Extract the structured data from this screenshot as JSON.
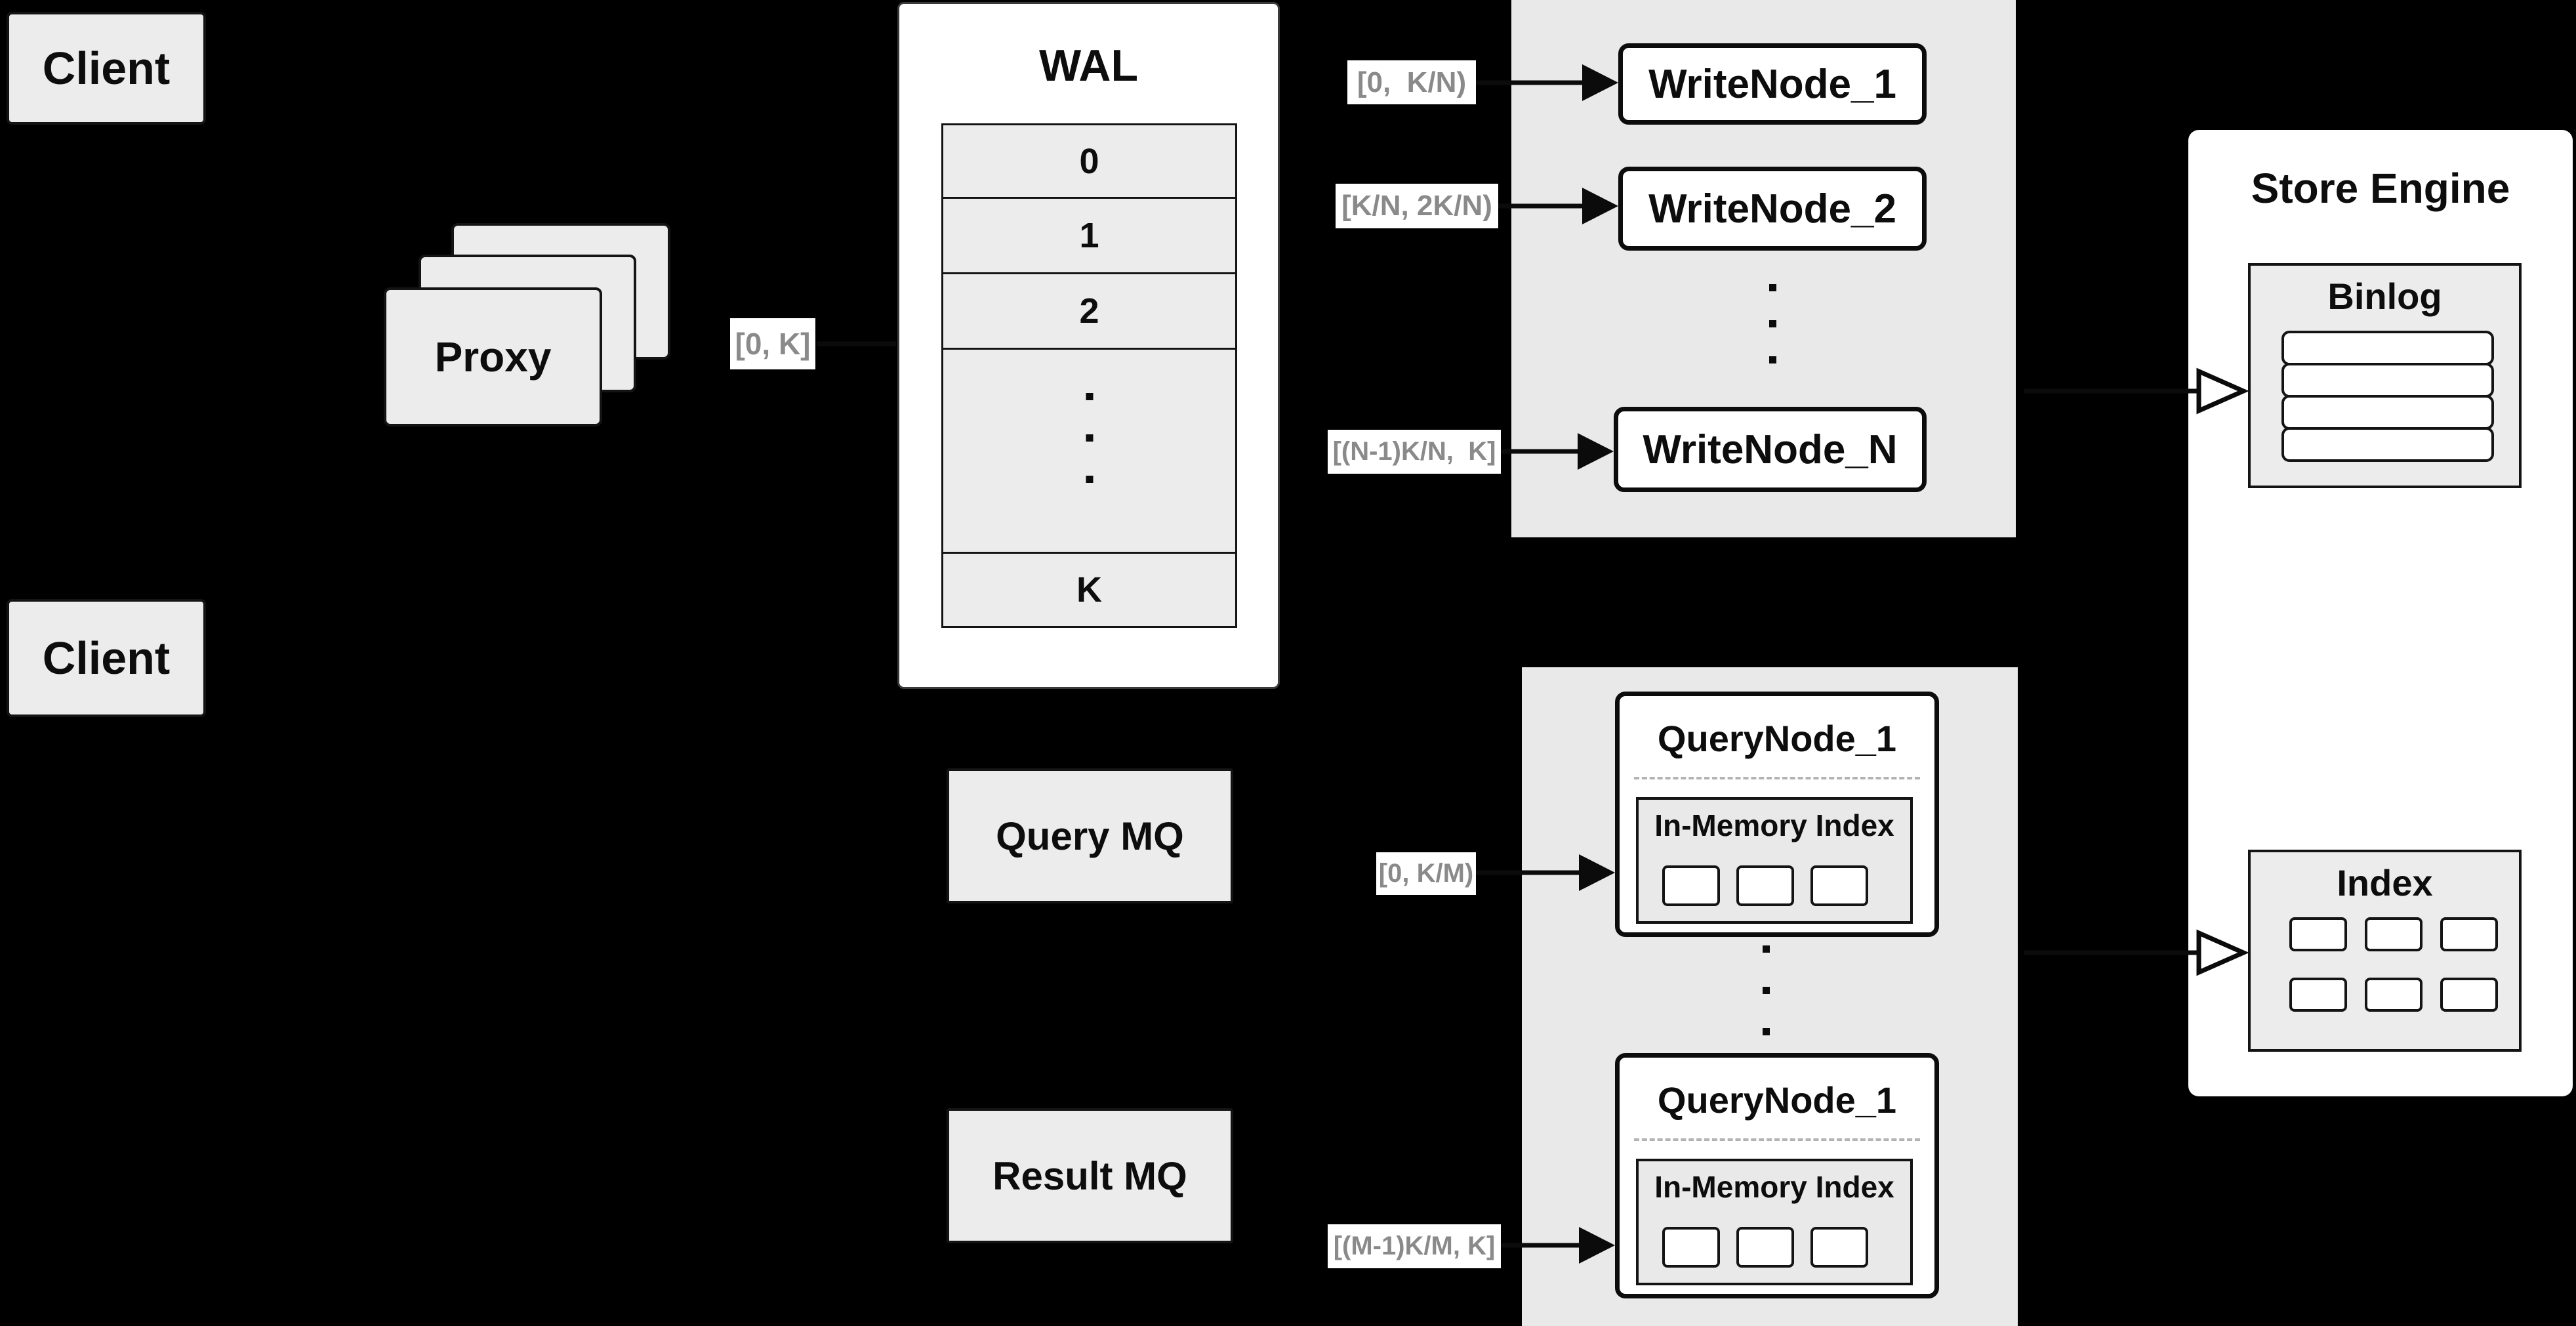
{
  "colors": {
    "background": "#000000",
    "panel_grey": "#e9e9e9",
    "box_grey": "#ececec",
    "line_black": "#0b0b0b",
    "label_text_grey": "#8a8a8a",
    "node_white": "#ffffff"
  },
  "clients": {
    "top_label": "Client",
    "bottom_label": "Client"
  },
  "proxy": {
    "label": "Proxy"
  },
  "wal": {
    "title": "WAL",
    "rows": [
      "0",
      "1",
      "2",
      "K"
    ]
  },
  "range_labels": {
    "proxy_to_wal": "[0, K]",
    "to_write_node_1": "[0,  K/N)",
    "to_write_node_2": "[K/N, 2K/N)",
    "to_write_node_n": "[(N-1)K/N,  K]",
    "to_query_node_top": "[0, K/M)",
    "to_query_node_bottom": "[(M-1)K/M, K]"
  },
  "write_nodes": {
    "node_1": "WriteNode_1",
    "node_2": "WriteNode_2",
    "node_n": "WriteNode_N"
  },
  "message_queues": {
    "query": "Query MQ",
    "result": "Result MQ"
  },
  "query_nodes": {
    "top": {
      "title": "QueryNode_1",
      "subtitle": "In-Memory Index"
    },
    "bottom": {
      "title": "QueryNode_1",
      "subtitle": "In-Memory Index"
    }
  },
  "store_engine": {
    "title": "Store Engine",
    "binlog_title": "Binlog",
    "index_title": "Index"
  }
}
